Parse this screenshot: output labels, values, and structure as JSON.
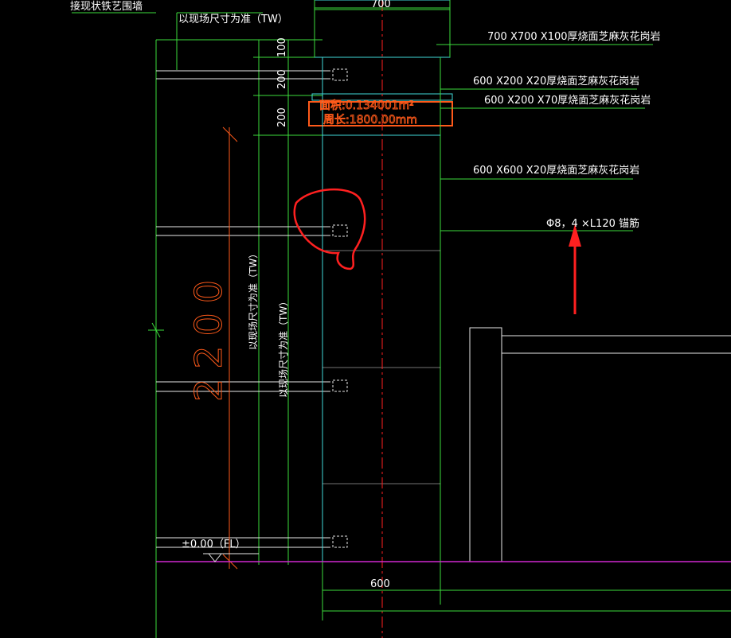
{
  "colors": {
    "background": "#000000",
    "green": "#3cdc3c",
    "cyan": "#40d8d8",
    "white": "#e8e8e8",
    "red": "#ff2020",
    "orange": "#ff5a1a",
    "magenta": "#d028d0"
  },
  "labels": {
    "fence_note": "接现状铁艺围墙",
    "tw_top": "以现场尺寸为准（TW）",
    "cap_stone": "700 X700 X100厚烧面芝麻灰花岗岩",
    "band_20": "600 X200 X20厚烧面芝麻灰花岗岩",
    "band_70": "600 X200 X70厚烧面芝麻灰花岗岩",
    "face_stone": "600 X600 X20厚烧面芝麻灰花岗岩",
    "anchor": "Φ8，4 ×L120 锚筋",
    "level": "±0.00（FL）",
    "tw_vertical_1": "以现场尺寸为准（TW）",
    "tw_vertical_2": "以现场尺寸为准（TW）"
  },
  "dimensions": {
    "top_width": "700",
    "bottom_width": "600",
    "d100": "100",
    "d200a": "200",
    "d200b": "200",
    "height": "2200"
  },
  "measure": {
    "area": "面积:0.134001m²",
    "perimeter": "周长:1800.00mm"
  }
}
